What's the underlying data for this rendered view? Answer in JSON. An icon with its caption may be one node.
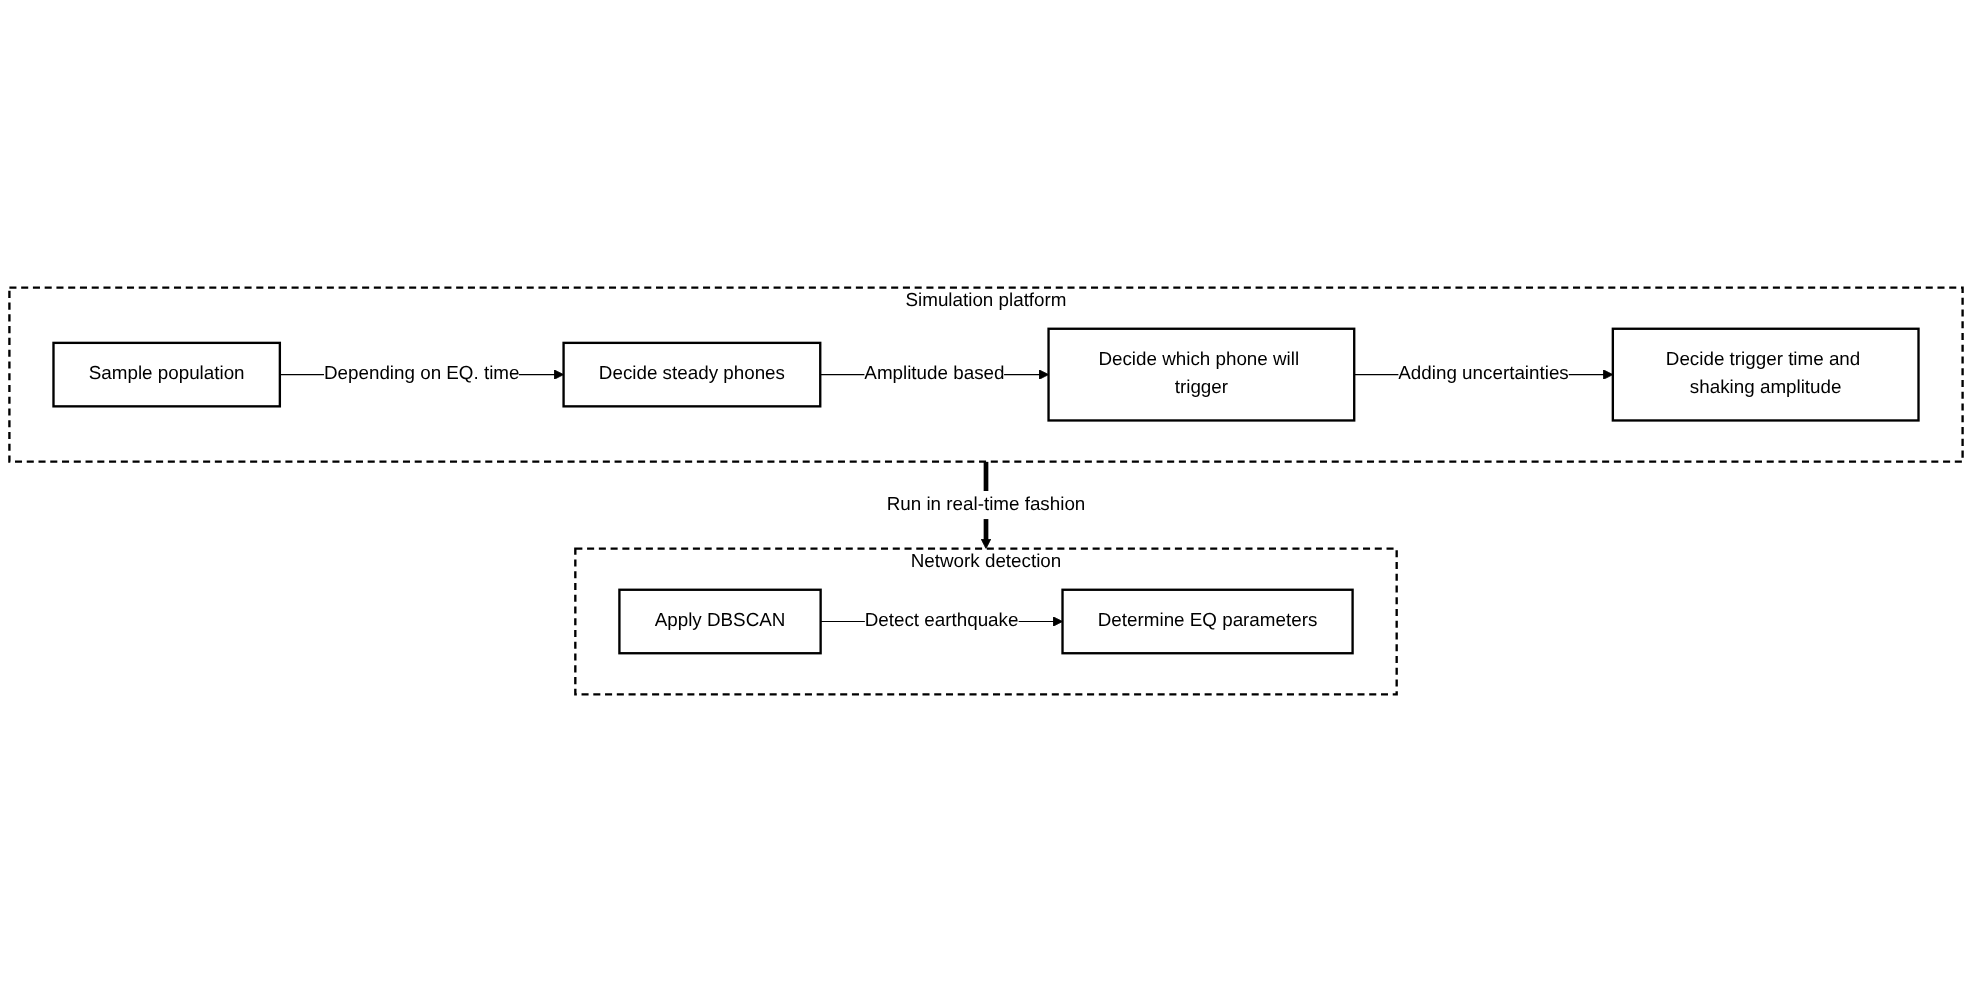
{
  "diagram": {
    "nodes": [
      {
        "text": [
          "Simulation platform"
        ]
      },
      {
        "text": [
          "Sample population"
        ],
        "in": 0
      },
      {
        "text": [
          "Decide steady phones"
        ],
        "in": 0
      },
      {
        "text": [
          "Decide which phone will trigger"
        ],
        "in": 0
      },
      {
        "text": [
          "Decide trigger time and shaking amplitude"
        ],
        "in": 0
      },
      {
        "text": [
          "Network detection"
        ]
      },
      {
        "text": [
          "Apply DBSCAN"
        ],
        "in": 5
      },
      {
        "text": [
          "Determine EQ parameters"
        ],
        "in": 5
      }
    ],
    "edges": [
      {
        "from": 1,
        "to": 2,
        "arrow": "to",
        "label": "Depending on EQ. time"
      },
      {
        "from": 2,
        "to": 3,
        "arrow": "to",
        "label": "Amplitude based"
      },
      {
        "from": 3,
        "to": 4,
        "arrow": "to",
        "label": "Adding uncertainties"
      },
      {
        "from": 0,
        "to": 5,
        "arrow": "to",
        "label": "Run in real-time fashion",
        "style": "thick"
      },
      {
        "from": 6,
        "to": 7,
        "arrow": "to",
        "label": "Detect earthquake"
      }
    ]
  }
}
